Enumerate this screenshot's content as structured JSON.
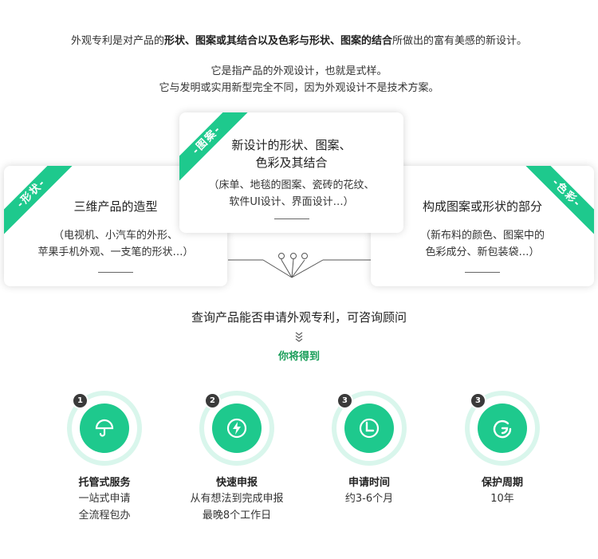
{
  "intro": {
    "line1_parts": [
      {
        "text": "外观专利是对产品的",
        "bold": false
      },
      {
        "text": "形状、图案或其结合以及色彩与形状、图案的结合",
        "bold": true
      },
      {
        "text": "所做出的富有美感的新设计。",
        "bold": false
      }
    ],
    "line2": "它是指产品的外观设计，也就是式样。",
    "line3": "它与发明或实用新型完全不同，因为外观设计不是技术方案。"
  },
  "cards": {
    "shape": {
      "ribbon": "-形状-",
      "title": "三维产品的造型",
      "desc1": "（电视机、小汽车的外形、",
      "desc2": "苹果手机外观、一支笔的形状…）"
    },
    "pattern": {
      "ribbon": "-图案-",
      "title1": "新设计的形状、图案、",
      "title2": "色彩及其结合",
      "desc1": "（床单、地毯的图案、瓷砖的花纹、",
      "desc2": "软件UI设计、界面设计…）"
    },
    "color": {
      "ribbon": "-色彩-",
      "title": "构成图案或形状的部分",
      "desc1": "（新布料的颜色、图案中的",
      "desc2": "色彩成分、新包装袋…）"
    }
  },
  "query_text": "查询产品能否申请外观专利，可咨询顾问",
  "gain_text": "你将得到",
  "services": [
    {
      "num": "1",
      "icon": "umbrella-icon",
      "title": "托管式服务",
      "line1": "一站式申请",
      "line2": "全流程包办"
    },
    {
      "num": "2",
      "icon": "lightning-icon",
      "title": "快速申报",
      "line1": "从有想法到完成申报",
      "line2": "最晚8个工作日"
    },
    {
      "num": "3",
      "icon": "clock-icon",
      "title": "申请时间",
      "line1": "约3-6个月",
      "line2": ""
    },
    {
      "num": "3",
      "icon": "refresh-icon",
      "title": "保护周期",
      "line1": "10年",
      "line2": ""
    }
  ],
  "colors": {
    "accent": "#1ec98d",
    "accent_light": "#d9f6ec",
    "gain": "#1a9e5a",
    "badge": "#3a3a3a"
  }
}
